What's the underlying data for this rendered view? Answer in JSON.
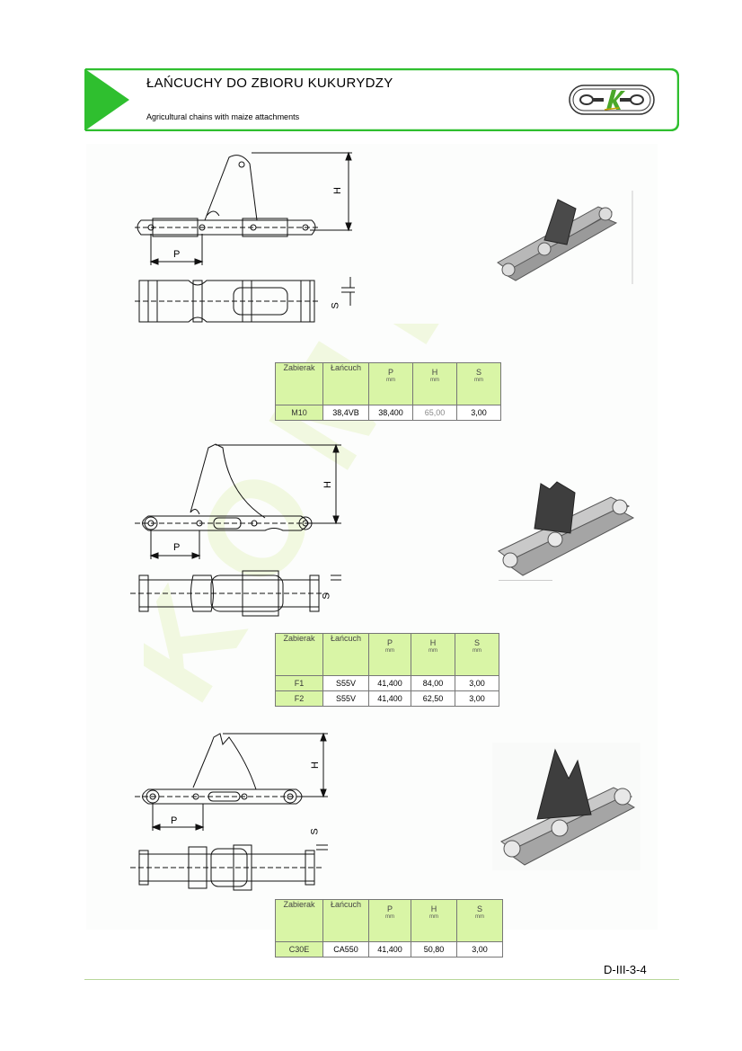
{
  "header": {
    "title": "ŁAŃCUCHY DO ZBIORU KUKURYDZY",
    "subtitle": "Agricultural chains with maize attachments",
    "logo_icon": "komes-chain-link-logo-icon",
    "accent_color": "#2fbf2f"
  },
  "watermark": "KOMES",
  "dimension_labels": {
    "p": "P",
    "h": "H",
    "s": "S"
  },
  "tables": [
    {
      "headers": [
        "Zabierak",
        "Łańcuch",
        "P",
        "H",
        "S"
      ],
      "units": [
        "",
        "",
        "mm",
        "mm",
        "mm"
      ],
      "rows": [
        [
          "M10",
          "38,4VB",
          "38,400",
          "65,00",
          "3,00"
        ]
      ]
    },
    {
      "headers": [
        "Zabierak",
        "Łańcuch",
        "P",
        "H",
        "S"
      ],
      "units": [
        "",
        "",
        "mm",
        "mm",
        "mm"
      ],
      "rows": [
        [
          "F1",
          "S55V",
          "41,400",
          "84,00",
          "3,00"
        ],
        [
          "F2",
          "S55V",
          "41,400",
          "62,50",
          "3,00"
        ]
      ]
    },
    {
      "headers": [
        "Zabierak",
        "Łańcuch",
        "P",
        "H",
        "S"
      ],
      "units": [
        "",
        "",
        "mm",
        "mm",
        "mm"
      ],
      "rows": [
        [
          "C30E",
          "CA550",
          "41,400",
          "50,80",
          "3,00"
        ]
      ]
    }
  ],
  "footer": {
    "page_code": "D-III-3-4"
  }
}
